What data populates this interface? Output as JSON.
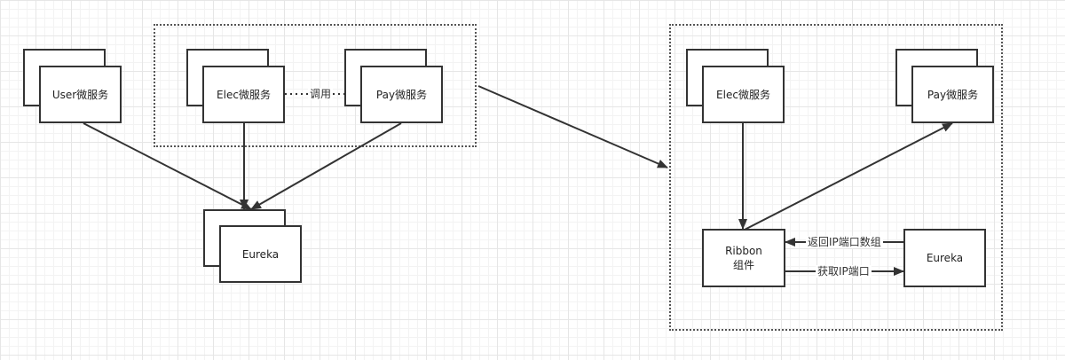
{
  "nodes": {
    "user_service": "User微服务",
    "elec_service_left": "Elec微服务",
    "pay_service_left": "Pay微服务",
    "eureka_left": "Eureka",
    "elec_service_right": "Elec微服务",
    "pay_service_right": "Pay微服务",
    "ribbon_line1": "Ribbon",
    "ribbon_line2": "组件",
    "eureka_right": "Eureka"
  },
  "edges": {
    "call_label": "调用",
    "return_label": "返回IP端口数组",
    "fetch_label": "获取IP端口"
  },
  "colors": {
    "line": "#333333",
    "border": "#333333",
    "group_border": "#555555",
    "background": "#ffffff",
    "grid": "#e6e6e6"
  }
}
